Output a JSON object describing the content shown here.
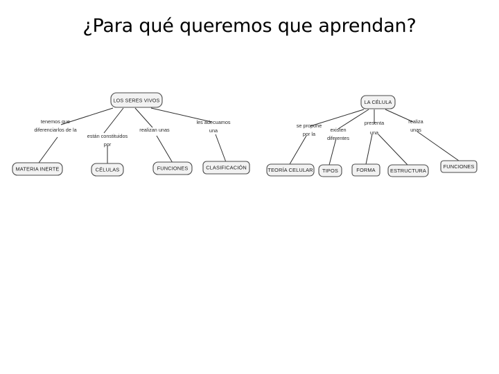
{
  "slide": {
    "title": "¿Para qué queremos que aprendan?",
    "background_color": "#ffffff",
    "title_color": "#000000"
  },
  "concept_maps": [
    {
      "id": "seres-vivos",
      "root": {
        "label": "LOS SERES VIVOS"
      },
      "node_fill": "#f2f2f2",
      "node_stroke": "#4a4a4a",
      "branches": [
        {
          "connector": "tenemos que diferenciarlos de la",
          "connector_line1": "tenemos que",
          "connector_line2": "diferenciarlos de la",
          "node": "MATERIA INERTE"
        },
        {
          "connector": "están constituidos por",
          "connector_line1": "están constituidos",
          "connector_line2": "por",
          "node": "CÉLULAS"
        },
        {
          "connector": "realizan unas",
          "connector_line1": "realizan unas",
          "connector_line2": "",
          "node": "FUNCIONES"
        },
        {
          "connector": "les adecuamos una",
          "connector_line1": "les adecuamos",
          "connector_line2": "una",
          "node": "CLASIFICACIÓN"
        }
      ]
    },
    {
      "id": "la-celula",
      "root": {
        "label": "LA CÉLULA"
      },
      "node_fill": "#f2f2f2",
      "node_stroke": "#4a4a4a",
      "branches": [
        {
          "connector": "se propone por la",
          "connector_line1": "se propone",
          "connector_line2": "por la",
          "node": "TEORÍA CELULAR"
        },
        {
          "connector": "existen diferentes",
          "connector_line1": "existen",
          "connector_line2": "diferentes",
          "node": "TIPOS"
        },
        {
          "connector": "presenta una",
          "connector_line1": "presenta",
          "connector_line2": "una",
          "node": "FORMA"
        },
        {
          "connector": "presenta una",
          "connector_line1": "",
          "connector_line2": "",
          "node": "ESTRUCTURA"
        },
        {
          "connector": "realiza unas",
          "connector_line1": "realiza",
          "connector_line2": "unas",
          "node": "FUNCIONES"
        }
      ]
    }
  ]
}
